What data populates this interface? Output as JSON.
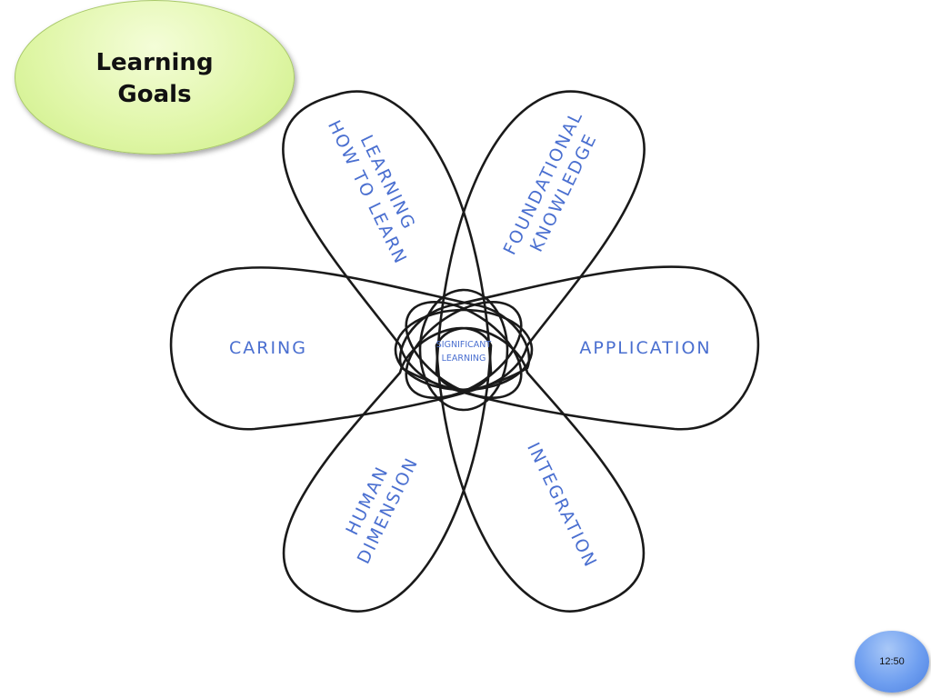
{
  "title": {
    "line1": "Learning",
    "line2": "Goals"
  },
  "diagram": {
    "center": {
      "line1": "SIGNIFICANT",
      "line2": "LEARNING"
    },
    "petals": {
      "learning_how_to_learn": {
        "line1": "LEARNING",
        "line2": "HOW TO LEARN"
      },
      "foundational_knowledge": {
        "line1": "FOUNDATIONAL",
        "line2": "KNOWLEDGE"
      },
      "application": {
        "line1": "APPLICATION"
      },
      "integration": {
        "line1": "INTEGRATION"
      },
      "human_dimension": {
        "line1": "HUMAN",
        "line2": "DIMENSION"
      },
      "caring": {
        "line1": "CARING"
      }
    }
  },
  "timestamp": "12:50",
  "colors": {
    "label": "#4a6fd0",
    "outline": "#1a1a1a",
    "title_bubble": "#dff6a6",
    "time_bubble": "#6f9ff0"
  }
}
